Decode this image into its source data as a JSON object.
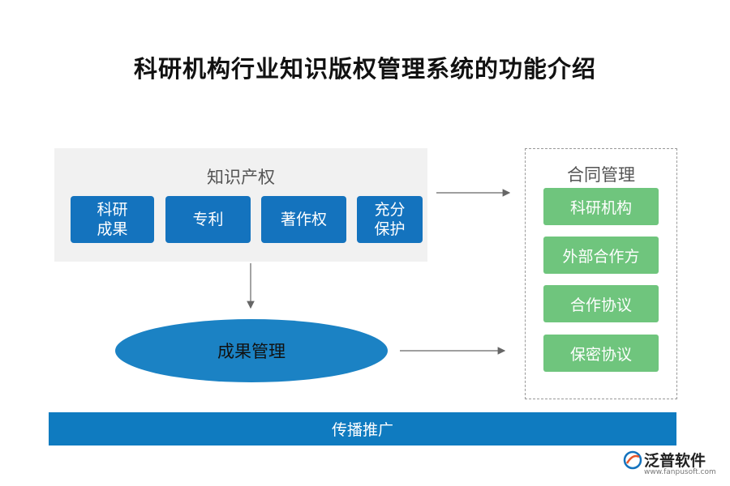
{
  "title": "科研机构行业知识版权管理系统的功能介绍",
  "ip": {
    "label": "知识产权",
    "items": [
      "科研\n成果",
      "专利",
      "著作权",
      "充分\n保护"
    ]
  },
  "contract": {
    "label": "合同管理",
    "items": [
      "科研机构",
      "外部合作方",
      "合作协议",
      "保密协议"
    ]
  },
  "results": {
    "label": "成果管理"
  },
  "bottom": {
    "label": "传播推广"
  },
  "logo": {
    "name": "泛普软件",
    "url": "www.fanpusoft.com"
  },
  "colors": {
    "blue_box": "#1473be",
    "green_box": "#6fc57d",
    "ellipse": "#1b82c4",
    "bar": "#0f7bc0",
    "panel_bg": "#f1f1f1"
  }
}
